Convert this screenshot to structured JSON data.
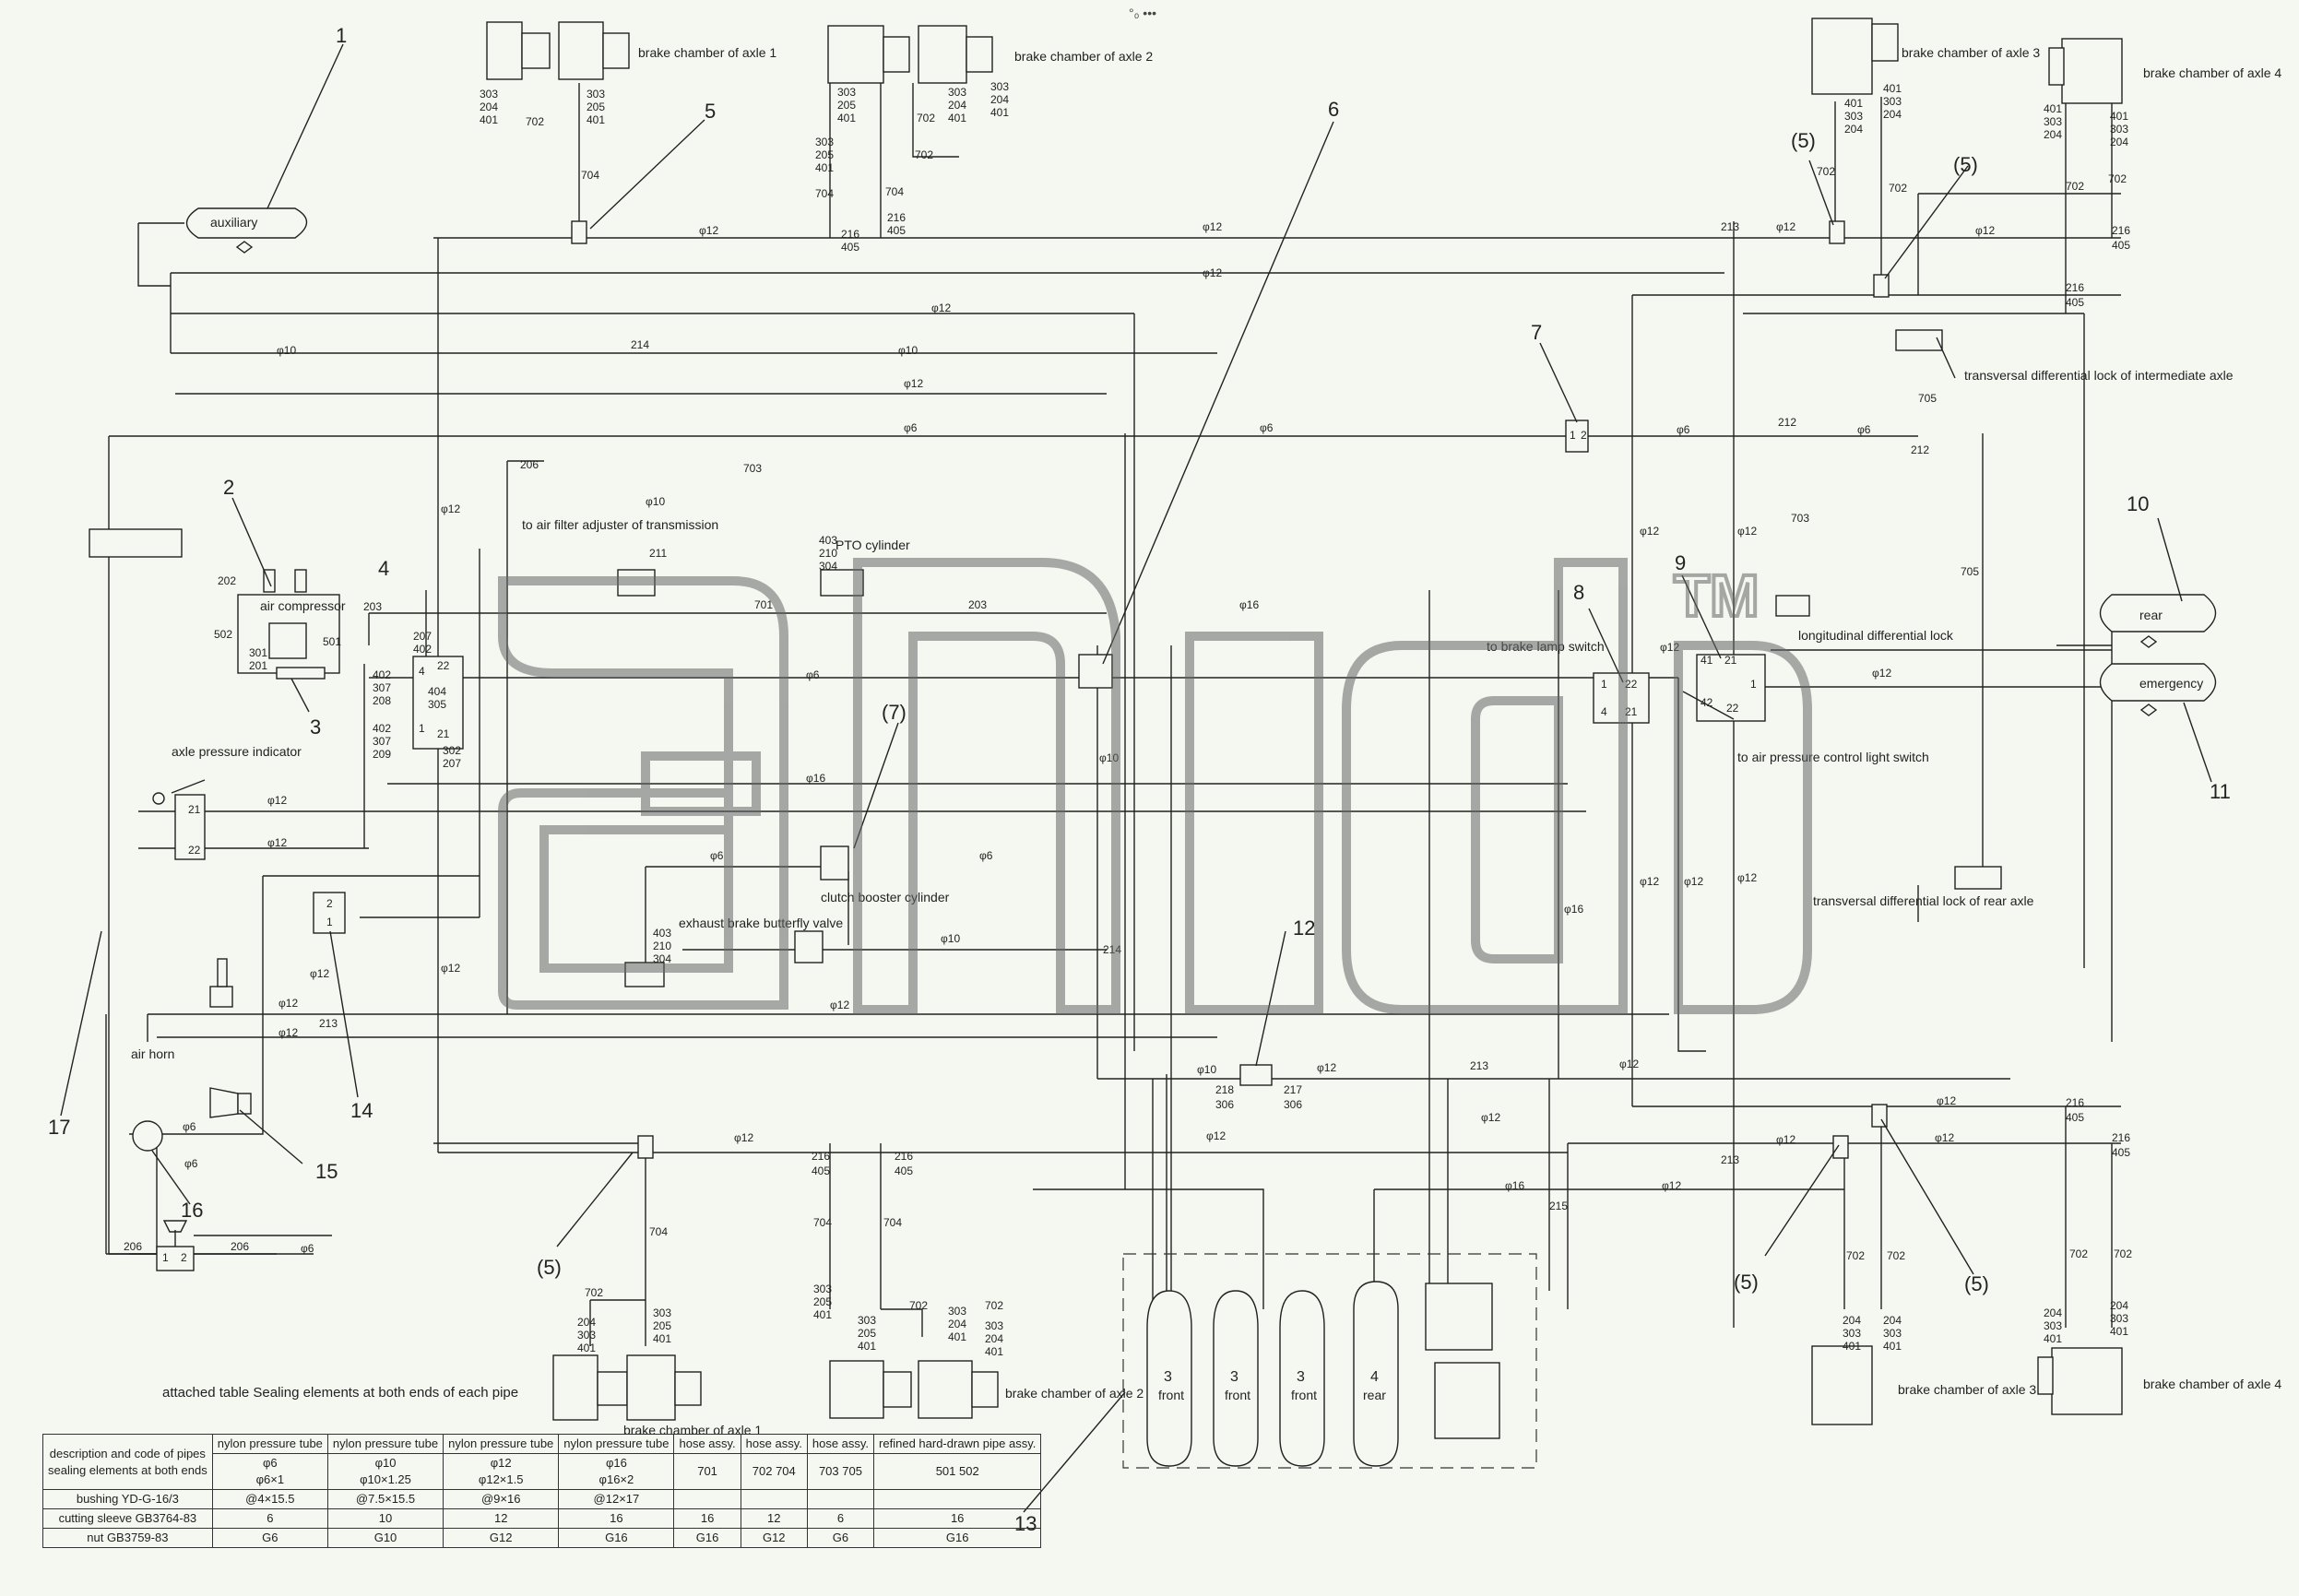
{
  "top_mark": "°₀ •••",
  "colors": {
    "line": "#222222",
    "background": "#f4f8f1",
    "watermark": "#666666"
  },
  "callouts": {
    "c1": "1",
    "c2": "2",
    "c3": "3",
    "c4": "4",
    "c5": "5",
    "c6": "6",
    "c7": "7",
    "c8": "8",
    "c9": "9",
    "c10": "10",
    "c11": "11",
    "c12": "12",
    "c13": "13",
    "c14": "14",
    "c15": "15",
    "c16": "16",
    "c17": "17",
    "p5a": "(5)",
    "p5b": "(5)",
    "p5c": "(5)",
    "p5d": "(5)",
    "p5e": "(5)",
    "p7": "(7)"
  },
  "labels": {
    "auxiliary": "auxiliary",
    "bc1_top": "brake chamber of axle 1",
    "bc2_top": "brake chamber of axle 2",
    "bc3_top": "brake chamber of axle 3",
    "bc4_top": "brake chamber of axle 4",
    "bc1_bot": "brake chamber of axle 1",
    "bc2_bot": "brake chamber of axle 2",
    "bc3_bot": "brake chamber of axle 3",
    "bc4_bot": "brake chamber of axle 4",
    "air_compressor": "air compressor",
    "axle_pressure": "axle pressure indicator",
    "air_filter": "to air filter adjuster of transmission",
    "pto": "PTO cylinder",
    "exhaust": "exhaust brake butterfly valve",
    "clutch": "clutch booster cylinder",
    "brake_lamp": "to brake lamp switch",
    "air_pressure_switch": "to air pressure control light switch",
    "long_diff": "longitudinal differential lock",
    "trans_inter": "transversal differential lock of intermediate axle",
    "trans_rear": "transversal differential lock of rear axle",
    "rear": "rear",
    "emergency": "emergency",
    "air_horn": "air horn",
    "front1": "front",
    "front2": "front",
    "front3": "front",
    "rear_tank": "rear",
    "n3a": "3",
    "n3b": "3",
    "n3c": "3",
    "n4": "4",
    "tm": "TM"
  },
  "pipe_labels": {
    "d12": "φ12",
    "d10": "φ10",
    "d6": "φ6",
    "d16": "φ16",
    "n701": "701",
    "n702": "702",
    "n703": "703",
    "n704": "704",
    "n705": "705",
    "n203": "203",
    "n206": "206",
    "n212": "212",
    "n213": "213",
    "n214": "214",
    "n215": "215",
    "n216": "216",
    "n405": "405",
    "n217": "217",
    "n218": "218",
    "n306": "306",
    "n202": "202",
    "n502": "502",
    "n501": "501",
    "n301": "301",
    "n201": "201",
    "n207": "207",
    "n208": "208",
    "n209": "209",
    "n302": "302",
    "n305": "305",
    "n307": "307",
    "n402": "402",
    "n404": "404",
    "n403": "403",
    "n210": "210",
    "n304": "304",
    "n211": "211",
    "n303": "303",
    "n204": "204",
    "n205": "205",
    "n401": "401",
    "p1": "1",
    "p2": "2",
    "p4": "4",
    "p21": "21",
    "p22": "22",
    "p41": "41",
    "p42": "42"
  },
  "table": {
    "title": "attached table   Sealing elements at both ends of   each pipe",
    "header_desc": "description and code of pipes",
    "header_seal": "sealing elements at both ends",
    "nylon": "nylon pressure tube",
    "hose": "hose assy.",
    "refined": "refined hard-drawn pipe assy.",
    "sizes": [
      "φ6",
      "φ10",
      "φ12",
      "φ16"
    ],
    "specs": [
      "φ6×1",
      "φ10×1.25",
      "φ12×1.5",
      "φ16×2"
    ],
    "codes": [
      "701",
      "702 704",
      "703 705",
      "501 502"
    ],
    "rows": [
      {
        "name": "bushing YD-G-16/3",
        "vals": [
          "@4×15.5",
          "@7.5×15.5",
          "@9×16",
          "@12×17",
          "",
          "",
          "",
          ""
        ]
      },
      {
        "name": "cutting sleeve GB3764-83",
        "vals": [
          "6",
          "10",
          "12",
          "16",
          "16",
          "12",
          "6",
          "16"
        ]
      },
      {
        "name": "nut  GB3759-83",
        "vals": [
          "G6",
          "G10",
          "G12",
          "G16",
          "G16",
          "G12",
          "G6",
          "G16"
        ]
      }
    ]
  }
}
